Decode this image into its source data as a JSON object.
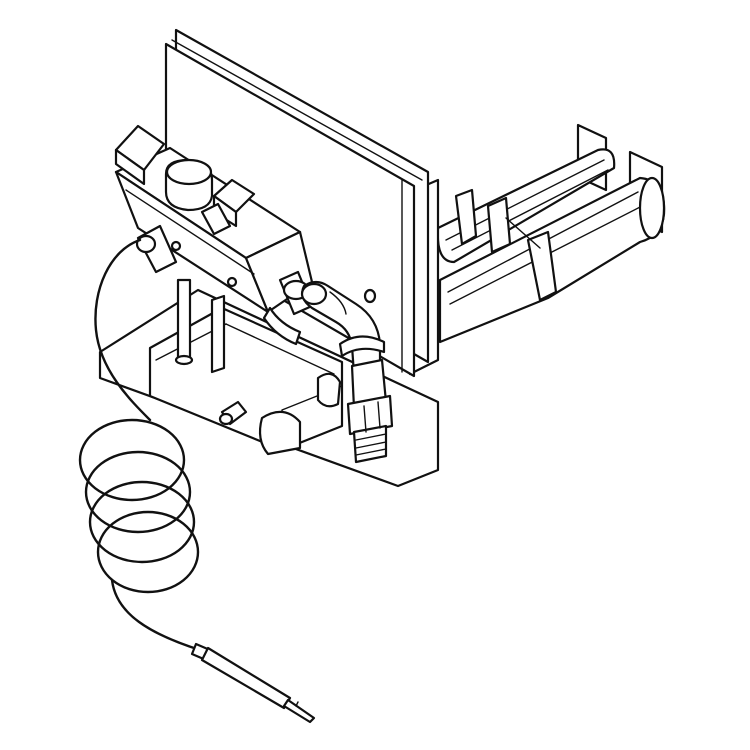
{
  "diagram": {
    "style": "line-art",
    "colors": {
      "line": "#111111",
      "fill": "#ffffff",
      "background": "#ffffff"
    },
    "parts": [
      "back-panel",
      "burner-tubes",
      "gas-valve",
      "control-knob",
      "bracket-tray",
      "elbow-fitting",
      "threaded-inlet-fitting",
      "capillary-coil",
      "temperature-probe"
    ]
  }
}
